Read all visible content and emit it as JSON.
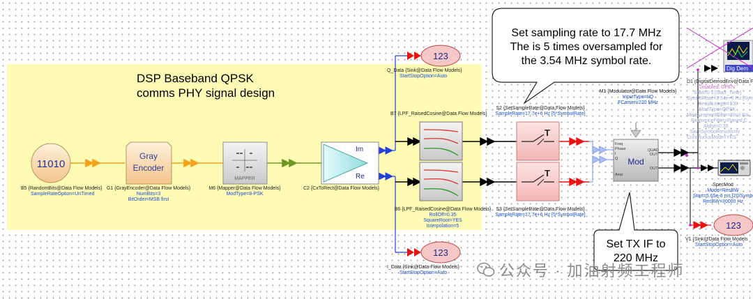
{
  "region": {
    "title_line1": "DSP Baseband QPSK",
    "title_line2": "comms PHY signal design"
  },
  "callouts": {
    "top": [
      "Set sampling rate to 17.7 MHz",
      "The is 5 times oversampled for",
      "the 3.54 MHz symbol rate."
    ],
    "bottom": [
      "Set TX IF to",
      "220 MHz"
    ]
  },
  "blocks": {
    "random_bits": {
      "symbol": "11010",
      "name": "B5 {RandomBits@Data Flow Models}",
      "params": [
        "SampleRateOption=UnTimed"
      ]
    },
    "gray_encoder": {
      "line1": "Gray",
      "line2": "Encoder",
      "name": "G1 {GrayEncoder@Data Flow Models}",
      "params": [
        "NumBits=3",
        "BitOrder=MSB first"
      ]
    },
    "mapper": {
      "symbol": "MAPPER",
      "name": "M6 {Mapper@Data Flow Models}",
      "params": [
        "ModType=8-PSK"
      ]
    },
    "cx_to_rect": {
      "port_im": "Im",
      "port_re": "Re",
      "name": "C2 {CxToRect@Data Flow Models}"
    },
    "q_sink": {
      "symbol": "123",
      "name": "Q_Data {Sink@Data Flow Models}",
      "params": [
        "StartStopOption=Auto"
      ]
    },
    "i_sink": {
      "symbol": "123",
      "name": "I_Data {Sink@Data Flow Models}",
      "params": [
        "StartStopOption=Auto"
      ]
    },
    "filter_b7": {
      "name": "B7 {LPF_RaisedCosine@Data Flow Models}"
    },
    "filter_b6": {
      "name": "B6 {LPF_RaisedCosine@Data Flow Models}",
      "params": [
        "RollOff=0.35",
        "SquareRoot=YES",
        "Interpolation=5"
      ]
    },
    "s2": {
      "name": "S2 {SetSampleRate@Data Flow Models}",
      "params": [
        "SampleRate=17.7e+6 Hz [5*SymbolRate]"
      ]
    },
    "s3": {
      "name": "S3 {SetSampleRate@Data Flow Models}",
      "params": [
        "SampleRate=17.7e+6 Hz [5*SymbolRate]"
      ]
    },
    "modulator": {
      "label": "Mod",
      "port_freq": "Freq",
      "port_phase": "Phase",
      "port_i": "I",
      "port_q": "Q",
      "port_amp": "Amp",
      "port_quad": "QUAD",
      "port_out1": "OUT",
      "port_out2": "OUT",
      "name": "M1 {Modulator@Data Flow Models}",
      "params": [
        "InputType=I/Q",
        "FCarrier=220 MHz"
      ]
    },
    "demod_env": {
      "symbol": "Dig Dem",
      "name": "D1 {DigitalDemodEnv@Data Flo",
      "disabled": "Disabled: OPEN",
      "params": [
        "Start=0 s [Start_Time]",
        "SymbolRate=3.54e+6 Hz [Symb",
        "ResultLength=100",
        "ModType=QPSK",
        "MeasurementFilter=Root Rai",
        "ReferenceFilter=Raised C",
        "Alpha=0.35",
        "SaveSymbolResults=N",
        "ContinuousMode=YES"
      ]
    },
    "spec_mod": {
      "name": "SpecMod",
      "params": [
        "Mode=ResBW",
        "Start=5.65e-6 ms [20/SymbolRa",
        "ResBW=30000 Hz"
      ]
    },
    "v1_sink": {
      "symbol": "123",
      "name": "V1 {Sink@Data Flow Models",
      "params": [
        "StartStopOption=Auto"
      ]
    }
  },
  "watermark": "公众号 · 加油射频工程师",
  "colors": {
    "region": "#fdfbb4",
    "bus_orange": "#f5a21b",
    "bus_green": "#6b9a22",
    "bus_blue": "#1f3fe0",
    "bus_black": "#000000",
    "bus_red": "#ee1111",
    "param_blue": "#1a4fd6"
  }
}
